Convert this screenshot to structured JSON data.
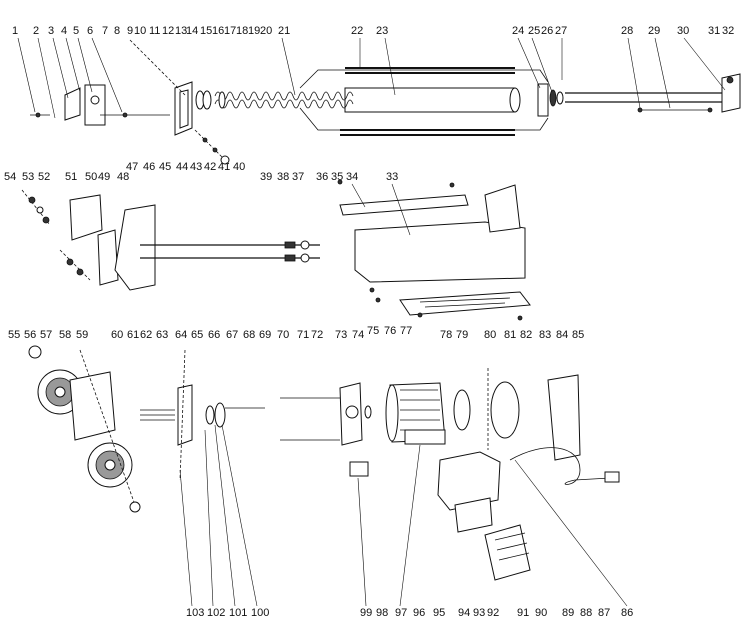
{
  "labels_top": [
    "1",
    "2",
    "3",
    "4",
    "5",
    "6",
    "7",
    "8",
    "9",
    "10",
    "11",
    "12",
    "13",
    "14",
    "15",
    "16",
    "17",
    "18",
    "19",
    "20",
    "21",
    "22",
    "23",
    "24",
    "25",
    "26",
    "27",
    "28",
    "29",
    "30",
    "31",
    "32"
  ],
  "labels_mid": [
    "54",
    "53",
    "52",
    "51",
    "50",
    "49",
    "48",
    "39",
    "38",
    "37",
    "36",
    "35",
    "34",
    "33"
  ],
  "labels_lowmid": [
    "47",
    "46",
    "45",
    "44",
    "43",
    "42",
    "41",
    "40",
    "75",
    "76",
    "77"
  ],
  "labels_low": [
    "55",
    "56",
    "57",
    "58",
    "59",
    "60",
    "61",
    "62",
    "63",
    "64",
    "65",
    "66",
    "67",
    "68",
    "69",
    "70",
    "71",
    "72",
    "73",
    "74",
    "78",
    "79",
    "80",
    "81",
    "82",
    "83",
    "84",
    "85"
  ],
  "labels_bottom": [
    "103",
    "102",
    "101",
    "100",
    "99",
    "98",
    "97",
    "96",
    "95",
    "94",
    "93",
    "92",
    "91",
    "90",
    "89",
    "88",
    "87",
    "86"
  ]
}
